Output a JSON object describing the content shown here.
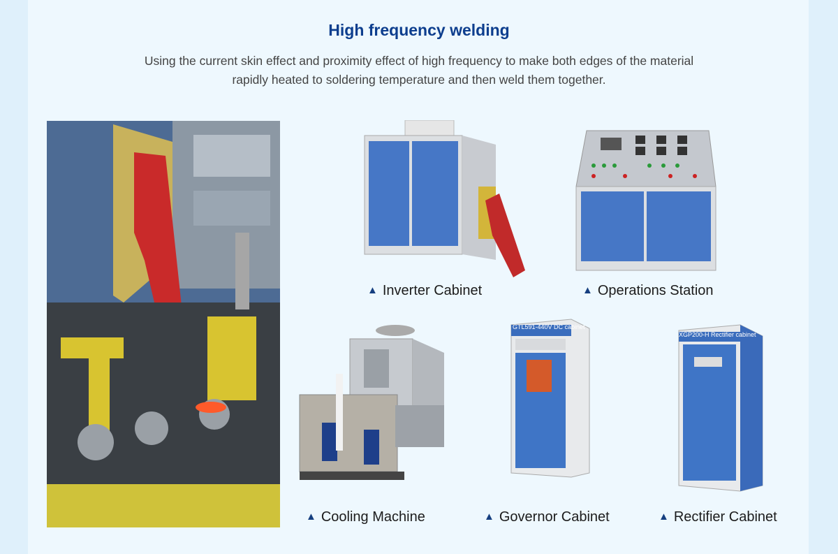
{
  "header": {
    "title": "High frequency welding",
    "description": "Using the current skin effect and proximity effect of high frequency to make both edges of the material rapidly heated to soldering temperature and then weld them together."
  },
  "products": [
    {
      "name": "Inverter Cabinet"
    },
    {
      "name": "Operations Station"
    },
    {
      "name": "Cooling Machine"
    },
    {
      "name": "Governor Cabinet"
    },
    {
      "name": "Rectifier Cabinet"
    }
  ],
  "caption_marker": "▲",
  "labels_on_cabinets": {
    "governor": "GTL591-440V DC cabinet",
    "rectifier": "XGP200-H Rectifier cabinet"
  },
  "colors": {
    "title": "#0d3e8e",
    "marker": "#163f80",
    "background": "#eef8fe"
  }
}
